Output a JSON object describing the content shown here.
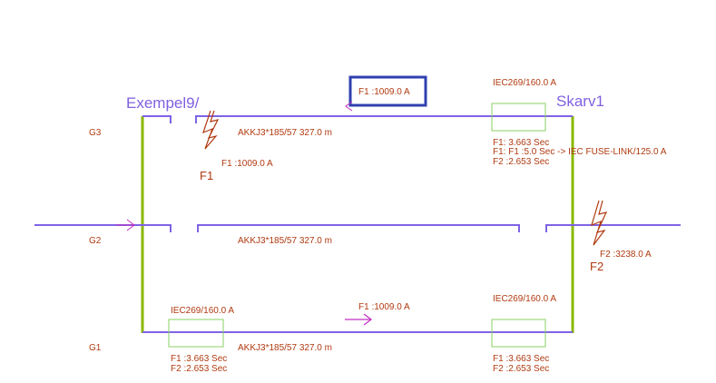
{
  "nodes": {
    "left": "Exempel9/",
    "right": "Skarv1"
  },
  "phases": {
    "g3": "G3",
    "g2": "G2",
    "g1": "G1"
  },
  "cables": {
    "top": "AKKJ3*185/57  327.0 m",
    "middle": "AKKJ3*185/57  327.0 m",
    "bottom": "AKKJ3*185/57  327.0 m"
  },
  "faults": {
    "f1": {
      "label": "F1",
      "current": "F1 :1009.0 A"
    },
    "f2": {
      "label": "F2",
      "current": "F2 :3238.0 A"
    }
  },
  "flows": {
    "top_box": "F1 :1009.0 A",
    "bottom": "F1 :1009.0 A"
  },
  "fuses": {
    "top_right": {
      "rating": "IEC269/160.0 A",
      "lines": [
        "F1: 3.663 Sec",
        "F1: F1 :5.0 Sec -> IEC FUSE-LINK/125.0 A",
        "F2 :2.653 Sec"
      ]
    },
    "bottom_left": {
      "rating": "IEC269/160.0 A",
      "lines": [
        "F1 :3.663 Sec",
        "F2 :2.653 Sec"
      ]
    },
    "bottom_right": {
      "rating": "IEC269/160.0 A",
      "lines": [
        "F1 :3.663 Sec",
        "F2 :2.653 Sec"
      ]
    }
  },
  "colors": {
    "bus": "#7f63e6",
    "node_bar": "#8ab800",
    "fuse": "#88d060",
    "text": "#b03a10",
    "flow_arrow": "#c030c0",
    "highlight_box": "#3040b0"
  }
}
